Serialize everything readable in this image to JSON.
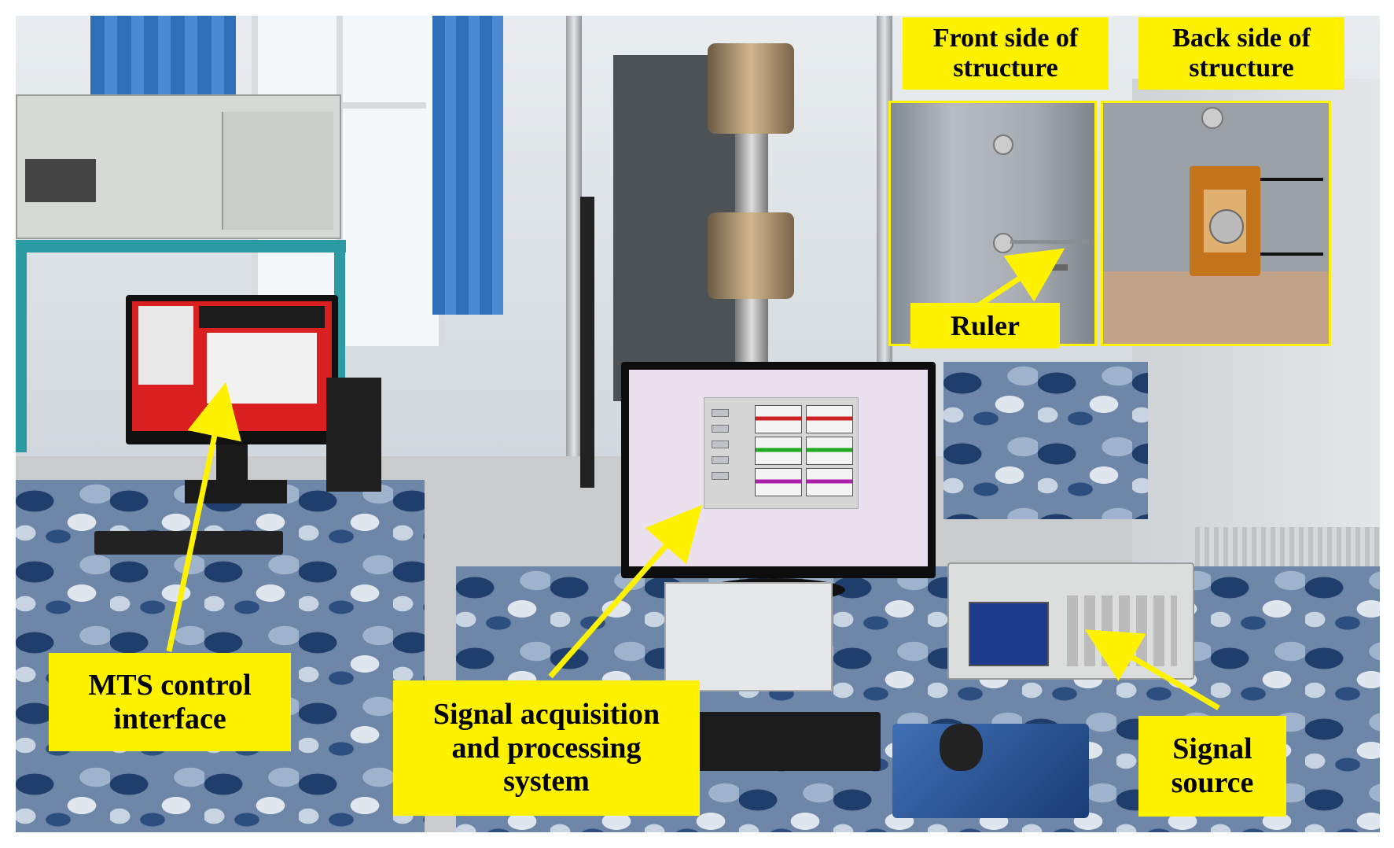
{
  "labels": {
    "front_side": "Front side of\nstructure",
    "back_side": "Back side of\nstructure",
    "ruler": "Ruler",
    "mts": "MTS control\ninterface",
    "signal_acq": "Signal acquisition\nand processing\nsystem",
    "signal_source": "Signal\nsource"
  },
  "colors": {
    "label_bg": "#fff200",
    "arrow": "#fff200",
    "camo_dark": "#1f3e6b",
    "curtain": "#3a78c2"
  }
}
